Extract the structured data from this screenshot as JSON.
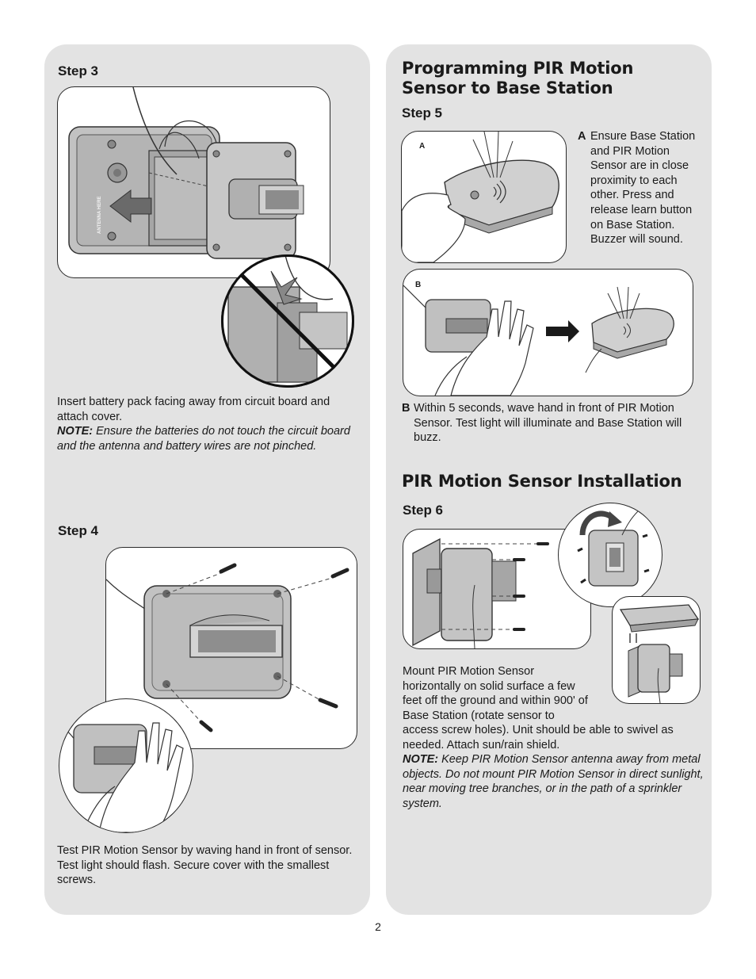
{
  "left": {
    "step3_label": "Step 3",
    "step3_antenna_label": "ANTENNA HERE",
    "step3_text": "Insert battery pack facing away from circuit board and attach cover.",
    "step3_note_label": "NOTE:",
    "step3_note_text": " Ensure the batteries do not touch the circuit board and the antenna and battery wires are not pinched.",
    "step4_label": "Step 4",
    "step4_text": "Test PIR Motion Sensor by waving hand in front of sensor. Test light should flash. Secure cover with the smallest screws."
  },
  "right": {
    "programming_title": "Programming PIR Motion Sensor to Base Station",
    "step5_label": "Step 5",
    "fig_a_letter": "A",
    "fig_b_letter": "B",
    "step5_a_letter": "A",
    "step5_a_text": "Ensure Base Station and PIR Motion Sensor are in close proximity to each other. Press and release learn button on Base Station. Buzzer will sound.",
    "step5_b_letter": "B",
    "step5_b_text": "Within 5 seconds, wave hand in front of PIR Motion Sensor. Test light will illuminate and Base Station will buzz.",
    "installation_title": "PIR Motion Sensor Installation",
    "step6_label": "Step 6",
    "step6_text": "Mount PIR Motion Sensor horizontally on solid surface a few feet off the ground and within 900' of Base Station (rotate sensor to access screw holes). Unit should be able to swivel as needed. Attach sun/rain shield.",
    "step6_note_label": "NOTE:",
    "step6_note_text": " Keep PIR Motion Sensor antenna away from metal objects. Do not mount PIR Motion Sensor in direct sunlight, near moving tree branches, or in the path of a sprinkler system."
  },
  "page_number": "2",
  "colors": {
    "panel": "#e3e3e3",
    "device": "#b8b8b8",
    "outline": "#2a2a2a"
  }
}
